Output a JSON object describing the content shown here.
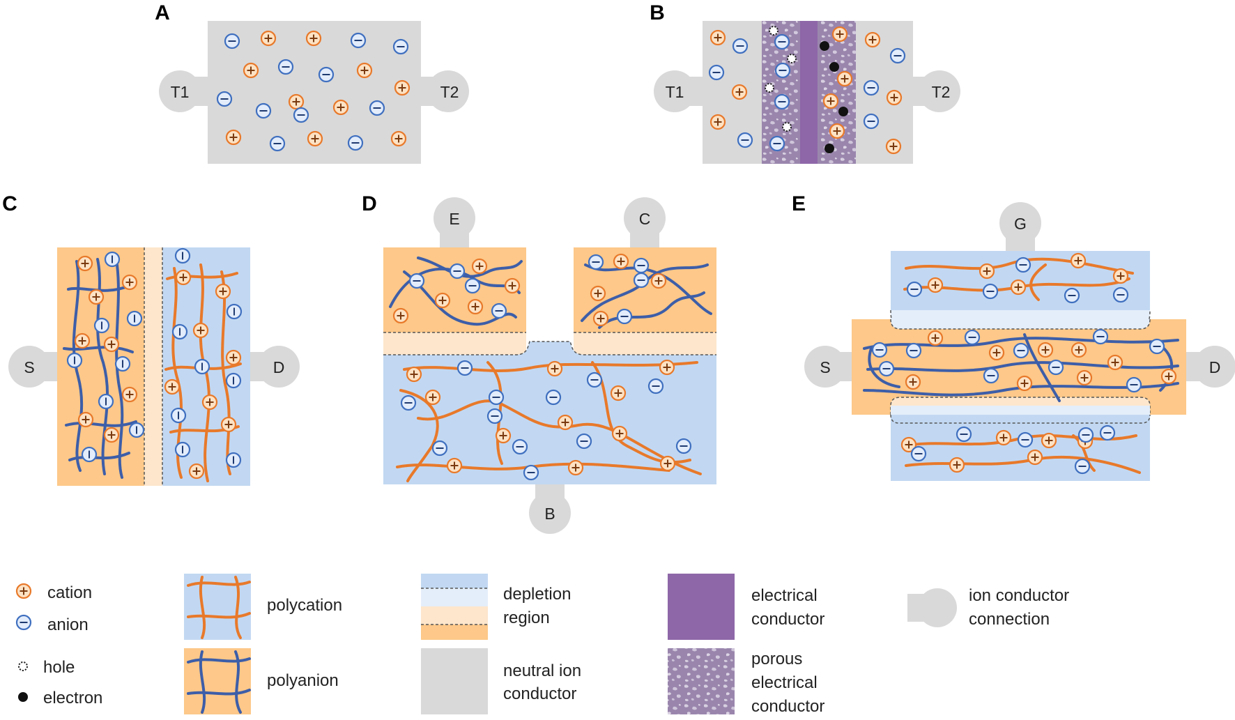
{
  "panels": {
    "a": {
      "letter": "A",
      "left_terminal": "T1",
      "right_terminal": "T2"
    },
    "b": {
      "letter": "B",
      "left_terminal": "T1",
      "right_terminal": "T2"
    },
    "c": {
      "letter": "C",
      "left_terminal": "S",
      "right_terminal": "D"
    },
    "d": {
      "letter": "D",
      "terminal_emitter": "E",
      "terminal_collector": "C",
      "terminal_base": "B"
    },
    "e": {
      "letter": "E",
      "terminal_gate": "G",
      "terminal_source": "S",
      "terminal_drain": "D"
    }
  },
  "legend": {
    "cation": "cation",
    "anion": "anion",
    "hole": "hole",
    "electron": "electron",
    "polycation": "polycation",
    "polyanion": "polyanion",
    "depletion_region": [
      "depletion",
      "region"
    ],
    "neutral_ion_conductor": [
      "neutral ion",
      "conductor"
    ],
    "electrical_conductor": [
      "electrical",
      "conductor"
    ],
    "porous_electrical_conductor": [
      "porous",
      "electrical",
      "conductor"
    ],
    "ion_conductor_connection": [
      "ion conductor",
      "connection"
    ]
  },
  "colors": {
    "cation_orange": "#e8792a",
    "anion_blue": "#3f6fbf",
    "p_region": "#fdc889",
    "n_region": "#c2d8f2",
    "depletion_light_orange": "#fde6cc",
    "depletion_light_blue": "#e4eefa",
    "neutral_gray": "#d9d9d9",
    "conductor_purple": "#8e67a8",
    "porous_purple": "#9a86ad"
  }
}
